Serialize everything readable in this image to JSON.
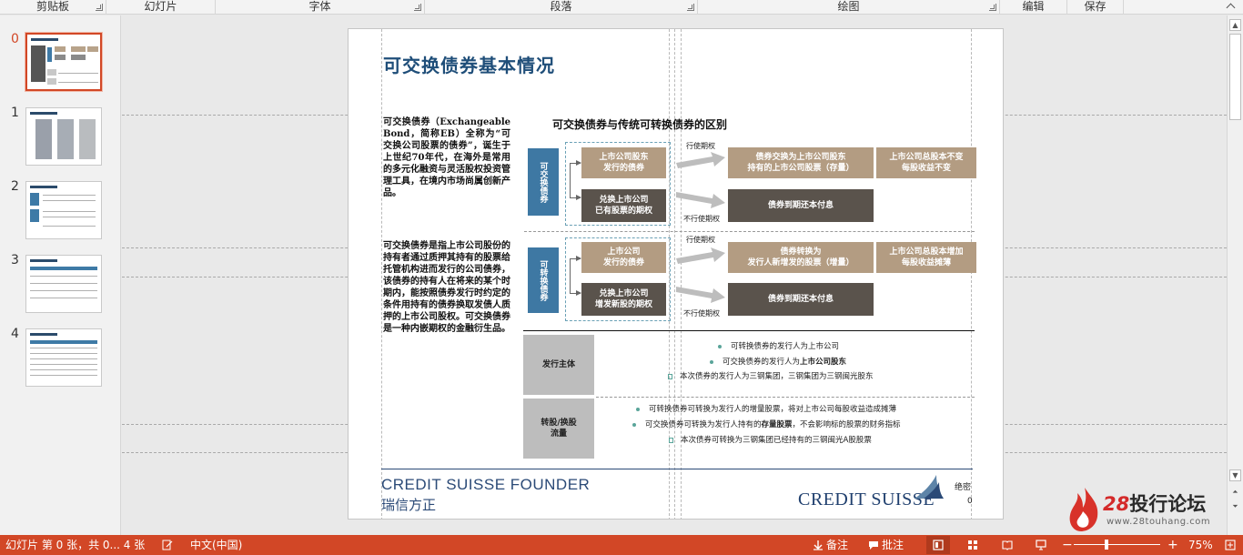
{
  "ribbon": {
    "groups": [
      "剪贴板",
      "幻灯片",
      "字体",
      "段落",
      "绘图",
      "编辑",
      "保存"
    ]
  },
  "thumbnails": {
    "numbers": [
      "0",
      "1",
      "2",
      "3",
      "4"
    ],
    "active_index": 0
  },
  "slide": {
    "title": "可交换债券基本情况",
    "para1": "可交换债券（Exchangeable Bond，简称EB）全称为“可交换公司股票的债券”，诞生于上世纪70年代，在海外是常用的多元化融资与灵活股权投资管理工具，在境内市场尚属创新产品。",
    "para2": "可交换债券是指上市公司股份的持有者通过质押其持有的股票给托管机构进而发行的公司债券，该债券的持有人在将来的某个时期内，能按照债券发行时约定的条件用持有的债券换取发债人质押的上市公司股权。可交换债券是一种内嵌期权的金融衍生品。",
    "diagram_heading": "可交换债券与传统可转换债券的区别",
    "eb": {
      "label": "可交换债券",
      "box_a": "上市公司股东\n发行的债券",
      "box_b": "兑换上市公司\n已有股票的期权",
      "exercise": "行使期权",
      "no_exercise": "不行使期权",
      "result_a": "债券交换为上市公司股东\n持有的上市公司股票（存量）",
      "result_b": "债券到期还本付息",
      "effect_a": "上市公司总股本不变\n每股收益不变"
    },
    "cb": {
      "label": "可转换债券",
      "box_a": "上市公司\n发行的债券",
      "box_b": "兑换上市公司\n增发新股的期权",
      "exercise": "行使期权",
      "no_exercise": "不行使期权",
      "result_a": "债券转换为\n发行人新增发的股票（增量）",
      "result_b": "债券到期还本付息",
      "effect_a": "上市公司总股本增加\n每股收益摊薄"
    },
    "issuer": {
      "label": "发行主体",
      "bullets": [
        "可转换债券的发行人为上市公司",
        "可交换债券的发行人为上市公司股东",
        "本次债券的发行人为三钢集团，三钢集团为三钢闽光股东"
      ],
      "bold_fragment": "上市公司股东"
    },
    "conversion": {
      "label": "转股/换股\n流量",
      "bullets": [
        "可转换债券可转换为发行人的增量股票，将对上市公司每股收益造成摊薄",
        "可交换债券可转换为发行人持有的存量股票，不会影响标的股票的财务指标",
        "本次债券可转换为三钢集团已经持有的三钢闽光A股股票"
      ],
      "bold_fragment": "存量股票"
    },
    "footer": {
      "brand_en": "CREDIT SUISSE FOUNDER",
      "brand_cn": "瑞信方正",
      "brand_right": "CREDIT SUISSE",
      "confidential": "绝密",
      "page": "0"
    }
  },
  "status": {
    "slide_info": "幻灯片 第 0 张，共 0... 4 张",
    "language": "中文(中国)",
    "notes": "备注",
    "comments": "批注",
    "zoom": "75%"
  },
  "watermark": {
    "num": "28",
    "text": "投行论坛",
    "url": "www.28touhang.com"
  },
  "colors": {
    "accent": "#d24726",
    "diagram_blue": "#3e78a3",
    "tan": "#b39c82",
    "dark": "#5a534c"
  }
}
